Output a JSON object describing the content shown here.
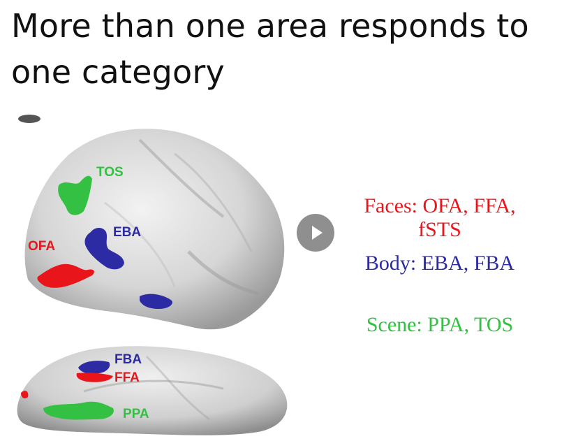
{
  "slide": {
    "title_line1": "More than one area responds to",
    "title_line2": "one category"
  },
  "brain_labels": {
    "tos": "TOS",
    "ofa": "OFA",
    "eba": "EBA",
    "fba": "FBA",
    "ffa": "FFA",
    "ppa": "PPA"
  },
  "legend": {
    "faces_line1": "Faces: OFA, FFA,",
    "faces_line2": "fSTS",
    "body": "Body: EBA, FBA",
    "scene": "Scene: PPA, TOS"
  },
  "colors": {
    "faces": "#e8151b",
    "body": "#2d2ba3",
    "scene": "#33c043",
    "title": "#111111",
    "brain": "#c8c8c8"
  },
  "icons": {
    "play": "play-icon"
  }
}
